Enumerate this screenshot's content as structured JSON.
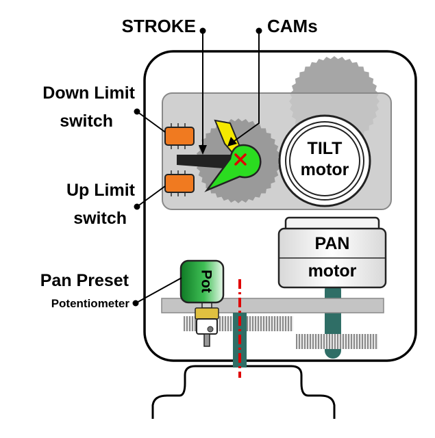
{
  "labels": {
    "stroke": "STROKE",
    "cams": "CAMs",
    "down_limit_line1": "Down Limit",
    "down_limit_line2": "switch",
    "up_limit_line1": "Up Limit",
    "up_limit_line2": "switch",
    "pan_preset_line1": "Pan Preset",
    "pan_preset_line2": "Potentiometer",
    "tilt_motor_line1": "TILT",
    "tilt_motor_line2": "motor",
    "pan_motor_line1": "PAN",
    "pan_motor_line2": "motor",
    "pot": "Pot"
  },
  "colors": {
    "switch": "#f07a20",
    "cam_yellow": "#f5e800",
    "cam_green": "#2bdc20",
    "pot_green": "#1a9a30",
    "shaft": "#2f6e66",
    "axis_line": "#e00000",
    "panel": "#c8c8c8",
    "gear": "#a0a0a0"
  }
}
